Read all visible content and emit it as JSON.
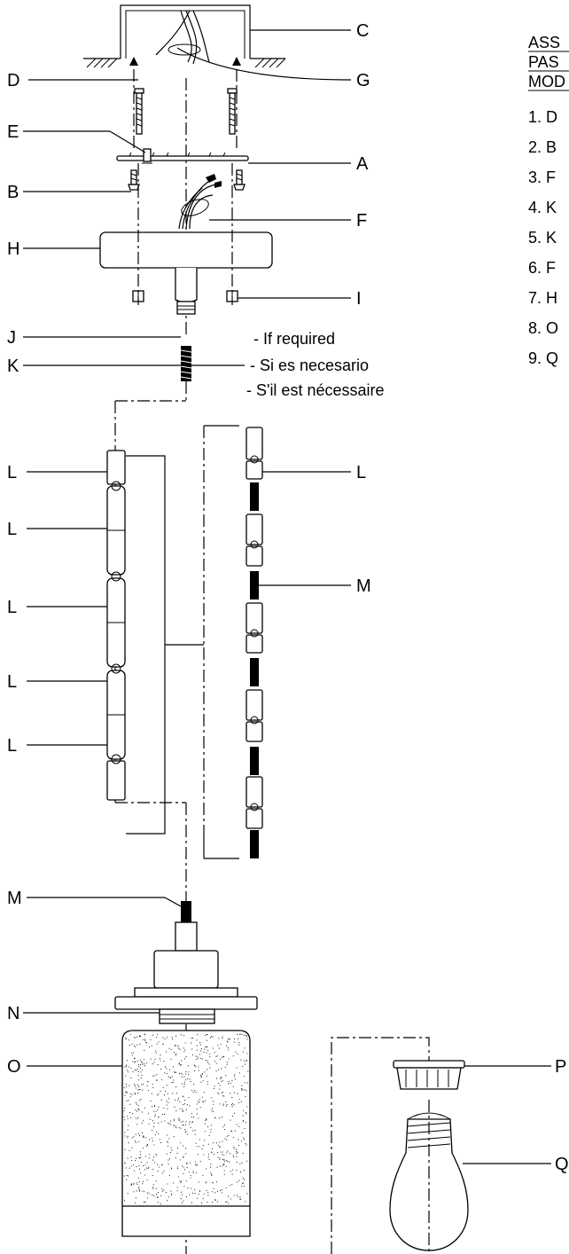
{
  "labels": {
    "A": "A",
    "B": "B",
    "C": "C",
    "D": "D",
    "E": "E",
    "F": "F",
    "G": "G",
    "H": "H",
    "I": "I",
    "J": "J",
    "K": "K",
    "L": "L",
    "M": "M",
    "N": "N",
    "O": "O",
    "P": "P",
    "Q": "Q"
  },
  "note": [
    "- If required",
    "- Si es necesario",
    "- S'il est nécessaire"
  ],
  "header": [
    "ASS",
    "PAS",
    "MOD"
  ],
  "steps": [
    "1. D",
    "2. B",
    "3. F",
    "4. K",
    "5. K",
    "6. F",
    "7. H",
    "8. O",
    "9. Q"
  ]
}
